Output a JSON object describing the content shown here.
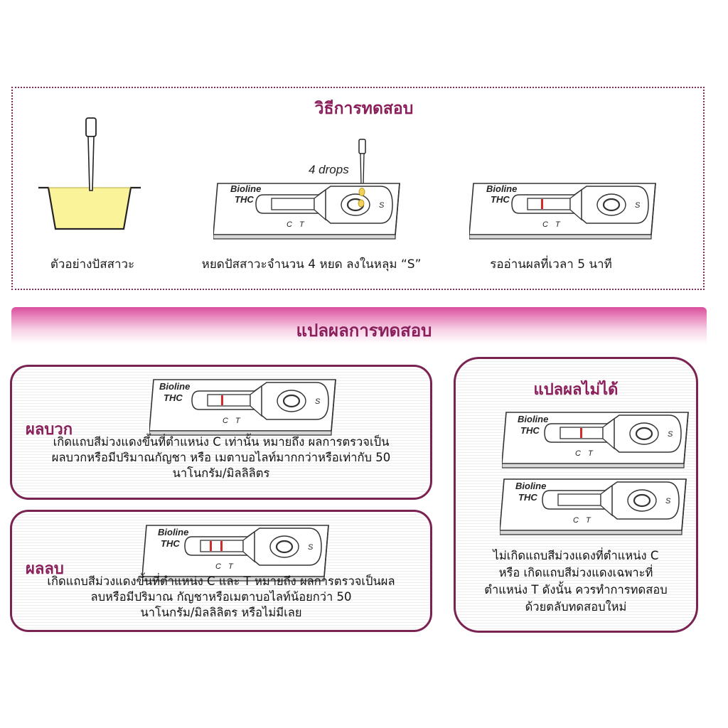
{
  "procedure": {
    "title": "วิธีการทดสอบ",
    "drops_label": "4 drops",
    "steps": [
      {
        "caption": "ตัวอย่างปัสสาวะ"
      },
      {
        "caption": "หยดปัสสาวะจำนวน 4 หยด ลงในหลุม “S”"
      },
      {
        "caption": "รออ่านผลที่เวลา 5 นาที"
      }
    ]
  },
  "cassette": {
    "brand": "Bioline",
    "product": "THC",
    "control_label": "C",
    "test_label": "T",
    "sample_label": "S"
  },
  "interpretation": {
    "title": "แปลผลการทดสอบ",
    "positive": {
      "title": "ผลบวก",
      "lines": [
        "เกิดแถบสีม่วงแดงขึ้นที่ตำแหน่ง C เท่านั้น หมายถึง ผลการตรวจเป็น",
        "ผลบวกหรือมีปริมาณกัญชา หรือ เมตาบอไลท์มากกว่าหรือเท่ากับ 50",
        "นาโนกรัม/มิลลิลิตร"
      ]
    },
    "negative": {
      "title": "ผลลบ",
      "lines": [
        "เกิดแถบสีม่วงแดงขึ้นที่ตำแหน่ง C และ T หมายถึง ผลการตรวจเป็นผล",
        "ลบหรือมีปริมาณ กัญชาหรือเมตาบอไลท์น้อยกว่า 50",
        "นาโนกรัม/มิลลิลิตร หรือไม่มีเลย"
      ]
    },
    "invalid": {
      "title": "แปลผลไม่ได้",
      "lines": [
        "ไม่เกิดแถบสีม่วงแดงที่ตำแหน่ง C",
        "หรือ เกิดแถบสีม่วงแดงเฉพาะที่",
        "ตำแหน่ง T ดังนั้น ควรทำการทดสอบ",
        "ด้วยตลับทดสอบใหม่"
      ]
    }
  },
  "colors": {
    "accent": "#8a1f5b",
    "panel_border": "#7a2352",
    "urine": "#fbf39a",
    "band": "#d62a2a"
  }
}
